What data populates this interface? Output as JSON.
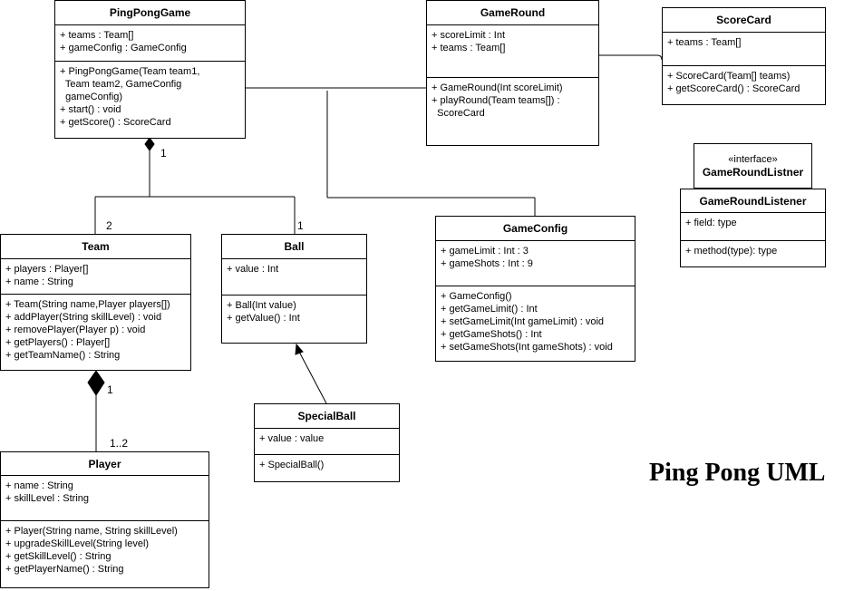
{
  "title": "Ping Pong UML",
  "classes": {
    "pingponggame": {
      "name": "PingPongGame",
      "attributes": [
        "+ teams : Team[]",
        "+ gameConfig : GameConfig"
      ],
      "methods": [
        "+ PingPongGame(Team team1,",
        "  Team team2, GameConfig",
        "  gameConfig)",
        "+ start() : void",
        "+ getScore() : ScoreCard"
      ]
    },
    "gameround": {
      "name": "GameRound",
      "attributes": [
        "+ scoreLimit : Int",
        "+ teams : Team[]"
      ],
      "methods": [
        "+ GameRound(Int scoreLimit)",
        "+ playRound(Team teams[]) :",
        "  ScoreCard"
      ]
    },
    "scorecard": {
      "name": "ScoreCard",
      "attributes": [
        "+ teams : Team[]"
      ],
      "methods": [
        "+ ScoreCard(Team[] teams)",
        "+ getScoreCard() : ScoreCard"
      ]
    },
    "gameroundlistener": {
      "name": "GameRoundListener",
      "attributes": [
        "+ field: type"
      ],
      "methods": [
        "+ method(type): type"
      ]
    },
    "interface_box": {
      "stereotype": "«interface»",
      "name": "GameRoundListner"
    },
    "team": {
      "name": "Team",
      "attributes": [
        "+ players : Player[]",
        "+ name : String"
      ],
      "methods": [
        "+ Team(String name,Player players[])",
        "+ addPlayer(String skillLevel) : void",
        "+ removePlayer(Player p) : void",
        "+ getPlayers() : Player[]",
        "+ getTeamName() : String"
      ]
    },
    "ball": {
      "name": "Ball",
      "attributes": [
        "+ value : Int"
      ],
      "methods": [
        "+ Ball(Int value)",
        "+ getValue() : Int"
      ]
    },
    "gameconfig": {
      "name": "GameConfig",
      "attributes": [
        "+ gameLimit : Int : 3",
        "+ gameShots : Int : 9"
      ],
      "methods": [
        "+ GameConfig()",
        "+ getGameLimit() : Int",
        "+ setGameLimit(Int gameLimit) : void",
        "+ getGameShots() : Int",
        "+ setGameShots(Int gameShots) : void"
      ]
    },
    "specialball": {
      "name": "SpecialBall",
      "attributes": [
        "+ value : value"
      ],
      "methods": [
        "+ SpecialBall()"
      ]
    },
    "player": {
      "name": "Player",
      "attributes": [
        "+ name : String",
        "+ skillLevel : String"
      ],
      "methods": [
        "+ Player(String name, String skillLevel)",
        "+ upgradeSkillLevel(String level)",
        "+ getSkillLevel() : String",
        "+ getPlayerName() : String"
      ]
    }
  },
  "multiplicities": {
    "pingpong_side": "1",
    "team_side": "2",
    "ball_side": "1",
    "team_player_owner": "1",
    "player_side": "1..2"
  }
}
